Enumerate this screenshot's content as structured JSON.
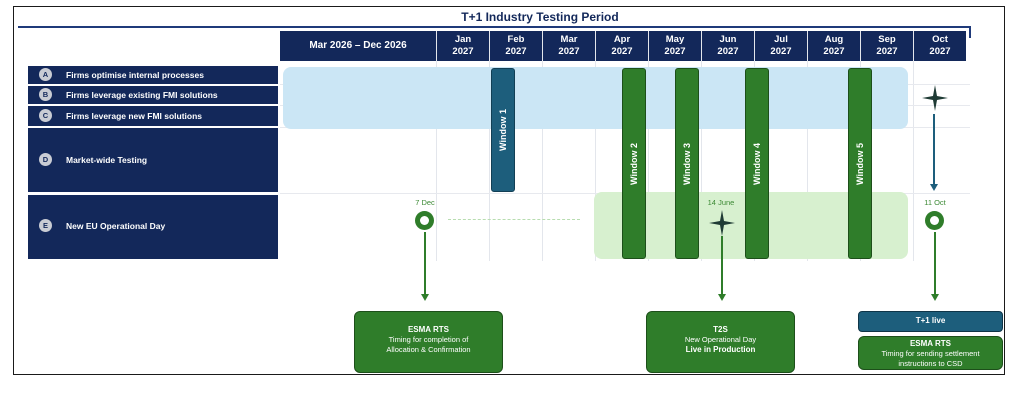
{
  "title": "T+1 Industry Testing Period",
  "months": [
    {
      "line1": "Mar 2026 – Dec 2026",
      "line2": ""
    },
    {
      "line1": "Jan",
      "line2": "2027"
    },
    {
      "line1": "Feb",
      "line2": "2027"
    },
    {
      "line1": "Mar",
      "line2": "2027"
    },
    {
      "line1": "Apr",
      "line2": "2027"
    },
    {
      "line1": "May",
      "line2": "2027"
    },
    {
      "line1": "Jun",
      "line2": "2027"
    },
    {
      "line1": "Jul",
      "line2": "2027"
    },
    {
      "line1": "Aug",
      "line2": "2027"
    },
    {
      "line1": "Sep",
      "line2": "2027"
    },
    {
      "line1": "Oct",
      "line2": "2027"
    }
  ],
  "rows": [
    {
      "letter": "A",
      "label": "Firms optimise internal processes"
    },
    {
      "letter": "B",
      "label": "Firms leverage existing FMI solutions"
    },
    {
      "letter": "C",
      "label": "Firms leverage new FMI solutions"
    },
    {
      "letter": "D",
      "label": "Market-wide Testing"
    },
    {
      "letter": "E",
      "label": "New EU Operational Day"
    }
  ],
  "windows": [
    "Window 1",
    "Window 2",
    "Window 3",
    "Window 4",
    "Window 5"
  ],
  "milestones": {
    "dec": {
      "date": "7 Dec"
    },
    "june": {
      "date": "14 June"
    },
    "oct": {
      "date": "11 Oct"
    }
  },
  "boxes": {
    "esma1": {
      "title": "ESMA RTS",
      "line1": "Timing for completion of",
      "line2": "Allocation & Confirmation"
    },
    "t2s": {
      "title": "T2S",
      "line1": "New Operational Day",
      "line2": "Live in Production"
    },
    "t1live": {
      "label": "T+1 live"
    },
    "esma2": {
      "title": "ESMA RTS",
      "line1": "Timing for sending settlement",
      "line2": "instructions to CSD"
    }
  },
  "colors": {
    "navy": "#13285a",
    "green": "#2f7d2a",
    "teal": "#1d5e7c",
    "light_blue": "#cbe6f5",
    "light_green": "#d7f0cf"
  }
}
